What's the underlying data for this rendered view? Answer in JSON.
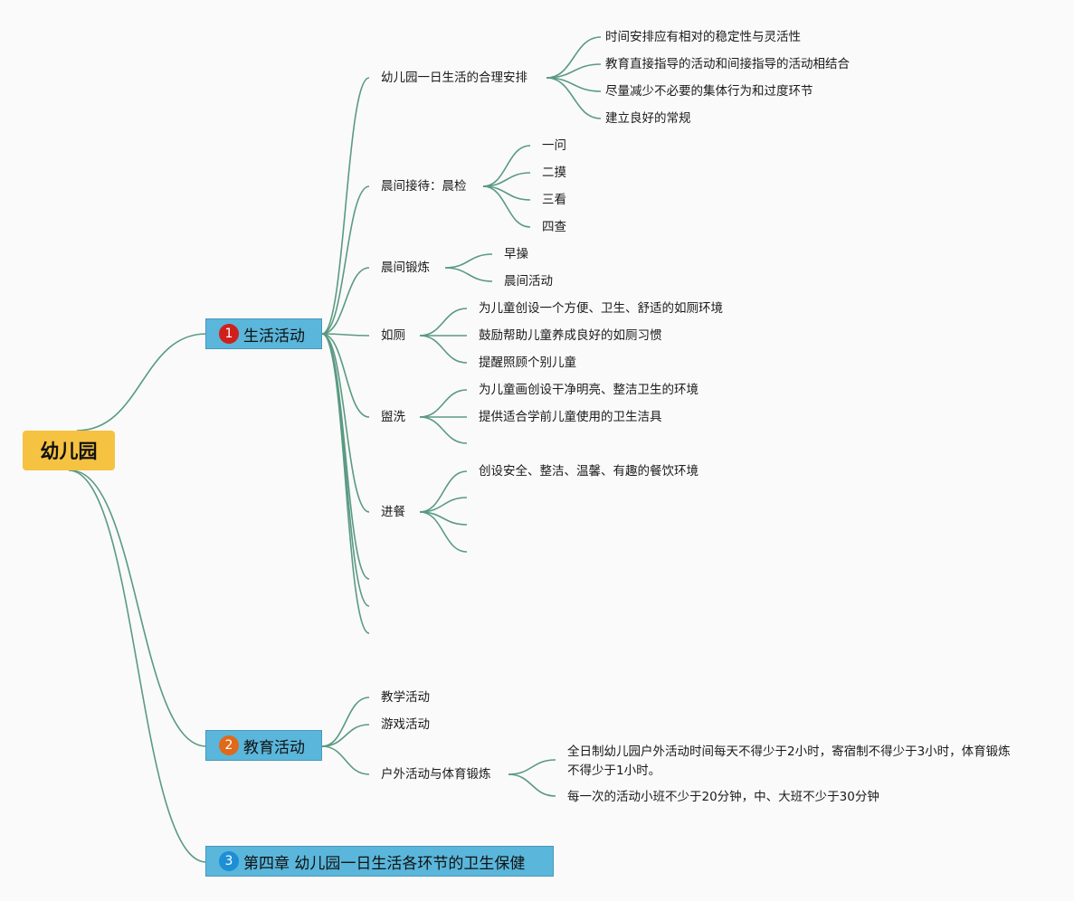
{
  "root": {
    "label": "幼儿园"
  },
  "branches": [
    {
      "number": "1",
      "label": "生活活动",
      "badge_color": "#d0201c",
      "children": [
        {
          "label": "幼儿园一日生活的合理安排",
          "children": [
            "时间安排应有相对的稳定性与灵活性",
            "教育直接指导的活动和间接指导的活动相结合",
            "尽量减少不必要的集体行为和过度环节",
            "建立良好的常规"
          ]
        },
        {
          "label": "晨间接待：晨检",
          "children": [
            "一问",
            "二摸",
            "三看",
            "四查"
          ]
        },
        {
          "label": "晨间锻炼",
          "children": [
            "早操",
            "晨间活动"
          ]
        },
        {
          "label": "如厕",
          "children": [
            "为儿童创设一个方便、卫生、舒适的如厕环境",
            "鼓励帮助儿童养成良好的如厕习惯",
            "提醒照顾个别儿童"
          ]
        },
        {
          "label": "盥洗",
          "children": [
            "为儿童画创设干净明亮、整洁卫生的环境",
            "提供适合学前儿童使用的卫生洁具",
            ""
          ]
        },
        {
          "label": "进餐",
          "children": [
            "创设安全、整洁、温馨、有趣的餐饮环境",
            "",
            "",
            ""
          ]
        },
        {
          "label": ""
        },
        {
          "label": ""
        },
        {
          "label": ""
        }
      ]
    },
    {
      "number": "2",
      "label": "教育活动",
      "badge_color": "#e0691a",
      "children": [
        {
          "label": "教学活动"
        },
        {
          "label": "游戏活动"
        },
        {
          "label": "户外活动与体育锻炼",
          "children": [
            "全日制幼儿园户外活动时间每天不得少于2小时，寄宿制不得少于3小时，体育锻炼不得少于1小时。",
            "每一次的活动小班不少于20分钟，中、大班不少于30分钟"
          ]
        }
      ]
    },
    {
      "number": "3",
      "label": "第四章 幼儿园一日生活各环节的卫生保健",
      "badge_color": "#1c8fd6"
    }
  ],
  "colors": {
    "connector": "#5a9a82",
    "main_box": "#5ab6db",
    "root_box": "#f5c242"
  }
}
